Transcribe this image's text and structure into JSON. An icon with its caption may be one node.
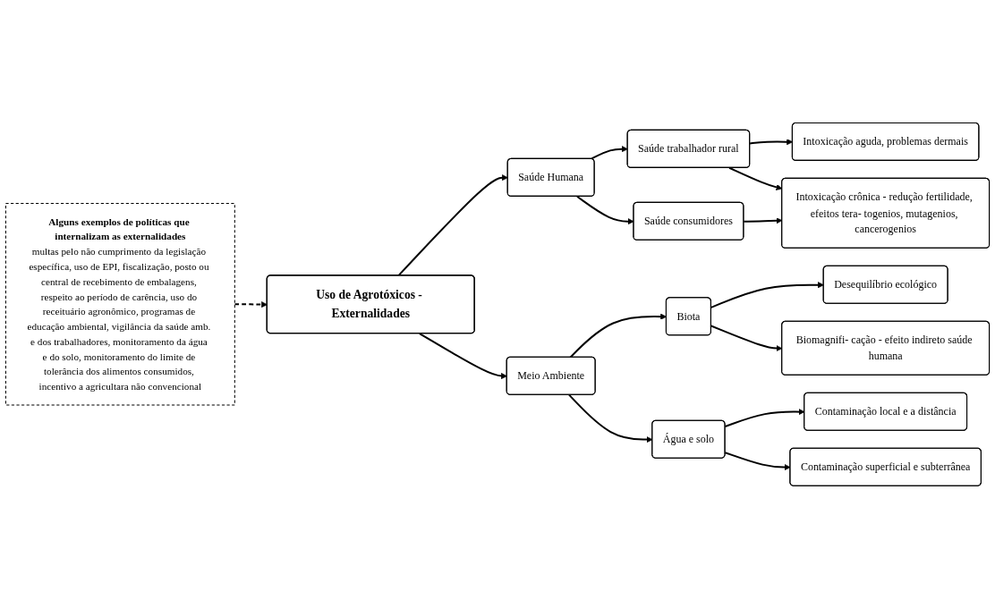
{
  "diagram": {
    "nodes": [
      {
        "text": [
          "Uso de Agrotóxicos - Externalidades"
        ]
      },
      {
        "text": [
          "Saúde Humana"
        ]
      },
      {
        "text": [
          "Saúde trabalhador rural"
        ]
      },
      {
        "text": [
          "Saúde consumidores"
        ]
      },
      {
        "text": [
          "Intoxicação aguda, problemas dermais"
        ]
      },
      {
        "text": [
          "Intoxicação crônica - redução fertilidade, efeitos tera- togenios, mutagenios, cancerogenios"
        ]
      },
      {
        "text": [
          "Meio Ambiente"
        ]
      },
      {
        "text": [
          "Biota"
        ]
      },
      {
        "text": [
          "Água e solo"
        ]
      },
      {
        "text": [
          "Desequilíbrio ecológico"
        ]
      },
      {
        "text": [
          "Biomagnifi- cação - efeito indireto saúde humana"
        ]
      },
      {
        "text": [
          "Contaminação local e a distância"
        ]
      },
      {
        "text": [
          "Contaminação superficial e subterrânea"
        ]
      },
      {
        "text": [
          "Alguns exemplos de políticas que internalizam as externalidades",
          "multas pelo não cumprimento da legislação específica, uso de EPI, fiscalização, posto ou central de recebimento de embalagens, respeito ao período de carência, uso do receituário agronômico, programas de educação ambiental, vigilância da saúde amb. e dos trabalhadores, monitoramento da água e do solo, monitoramento do limite de tolerância dos alimentos consumidos, incentivo a agricultara não convencional"
        ]
      }
    ],
    "edges": [
      {
        "from": 0,
        "to": 1,
        "arrow": "to"
      },
      {
        "from": 1,
        "to": 2,
        "arrow": "to"
      },
      {
        "from": 1,
        "to": 3,
        "arrow": "to"
      },
      {
        "from": 2,
        "to": 4,
        "arrow": "to"
      },
      {
        "from": 2,
        "to": 5,
        "arrow": "to"
      },
      {
        "from": 3,
        "to": 5,
        "arrow": "to"
      },
      {
        "from": 0,
        "to": 6,
        "arrow": "to"
      },
      {
        "from": 6,
        "to": 7,
        "arrow": "to"
      },
      {
        "from": 6,
        "to": 8,
        "arrow": "to"
      },
      {
        "from": 7,
        "to": 9,
        "arrow": "to"
      },
      {
        "from": 7,
        "to": 10,
        "arrow": "to"
      },
      {
        "from": 8,
        "to": 11,
        "arrow": "to"
      },
      {
        "from": 8,
        "to": 12,
        "arrow": "to"
      },
      {
        "from": 13,
        "to": 0,
        "arrow": "to",
        "style": "dashed"
      }
    ]
  }
}
